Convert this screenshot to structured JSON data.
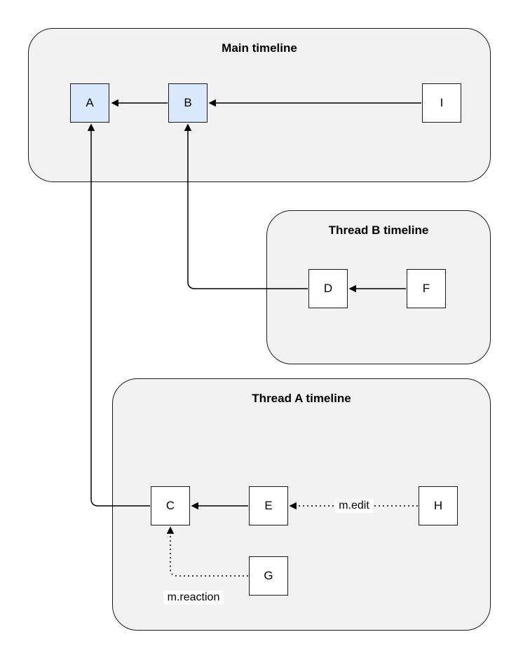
{
  "diagram": {
    "containers": [
      {
        "title": "Main timeline"
      },
      {
        "title": "Thread B timeline"
      },
      {
        "title": "Thread A timeline"
      }
    ],
    "nodes": {
      "a": "A",
      "b": "B",
      "c": "C",
      "d": "D",
      "e": "E",
      "f": "F",
      "g": "G",
      "h": "H",
      "i": "I"
    },
    "edge_labels": {
      "edit": "m.edit",
      "reaction": "m.reaction"
    },
    "colors": {
      "container_fill": "#f2f2f2",
      "container_border": "#1a1a1a",
      "node_fill": "#ffffff",
      "node_highlight_fill": "#dae8fc",
      "node_border": "#1a1a1a",
      "edge_stroke": "#000000"
    }
  }
}
